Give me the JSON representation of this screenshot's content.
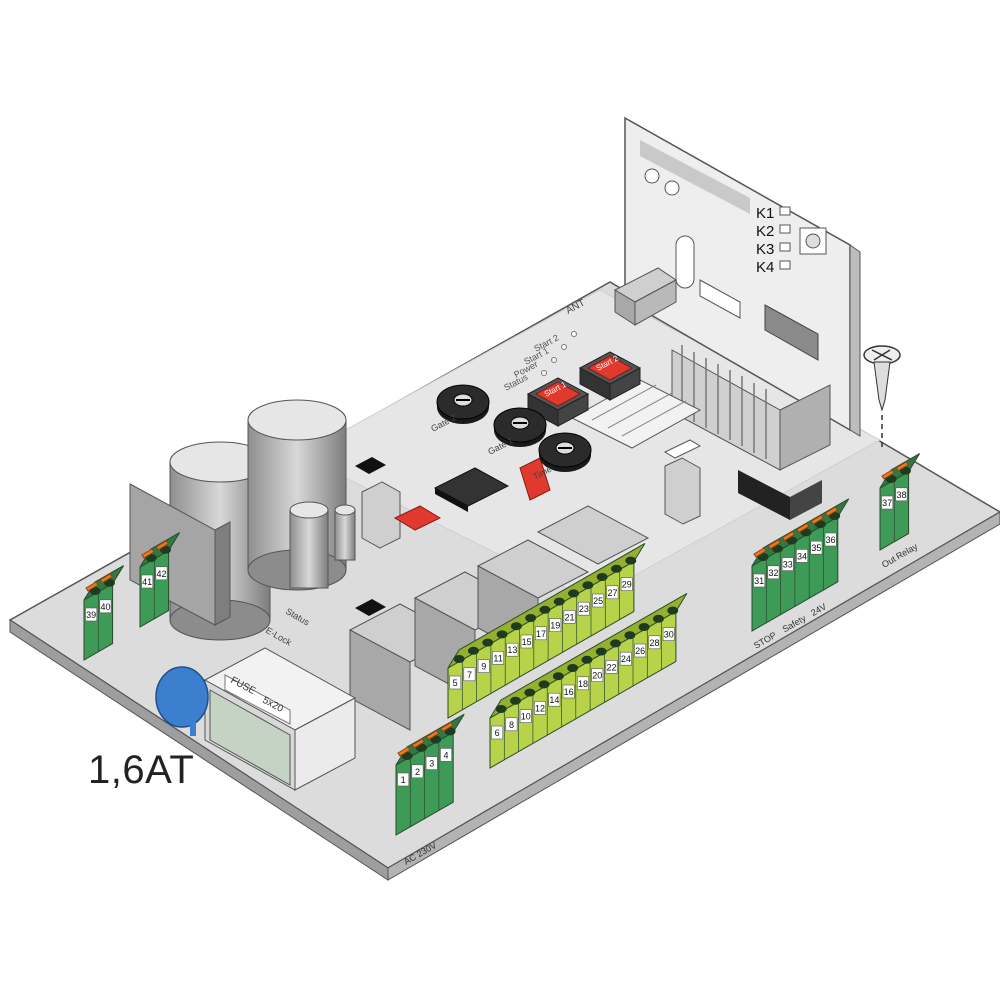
{
  "fuse": {
    "rating": "1,6AT",
    "label": "FUSE",
    "value": "5x20"
  },
  "radio_module": {
    "channels": [
      "K1",
      "K2",
      "K3",
      "K4"
    ],
    "antenna": "ANT"
  },
  "buttons": [
    "Start 1",
    "Start 2"
  ],
  "trimmers": [
    "Gate 2",
    "Gate 1",
    "Time"
  ],
  "led_labels": [
    "Start 2",
    "Start 1",
    "Power",
    "Status"
  ],
  "side_labels": [
    "Status",
    "E-Lock"
  ],
  "blocks": {
    "acin": {
      "pins": [
        "1",
        "2",
        "3",
        "4"
      ],
      "caption": "AC 230V"
    },
    "top": {
      "pins": [
        "5",
        "7",
        "9",
        "11",
        "13",
        "15",
        "17",
        "19",
        "21",
        "23",
        "25",
        "27",
        "29"
      ]
    },
    "bottom": {
      "pins": [
        "6",
        "8",
        "10",
        "12",
        "14",
        "16",
        "18",
        "20",
        "22",
        "24",
        "26",
        "28",
        "30"
      ]
    },
    "ctrl": {
      "pins": [
        "31",
        "32",
        "33",
        "34",
        "35",
        "36"
      ],
      "captions": [
        "STOP",
        "Safety",
        "24V"
      ]
    },
    "out": {
      "pins": [
        "37",
        "38"
      ],
      "captions": [
        "Out",
        "Relay"
      ]
    },
    "left1": {
      "pins": [
        "39",
        "40"
      ]
    },
    "left2": {
      "pins": [
        "41",
        "42"
      ]
    }
  }
}
